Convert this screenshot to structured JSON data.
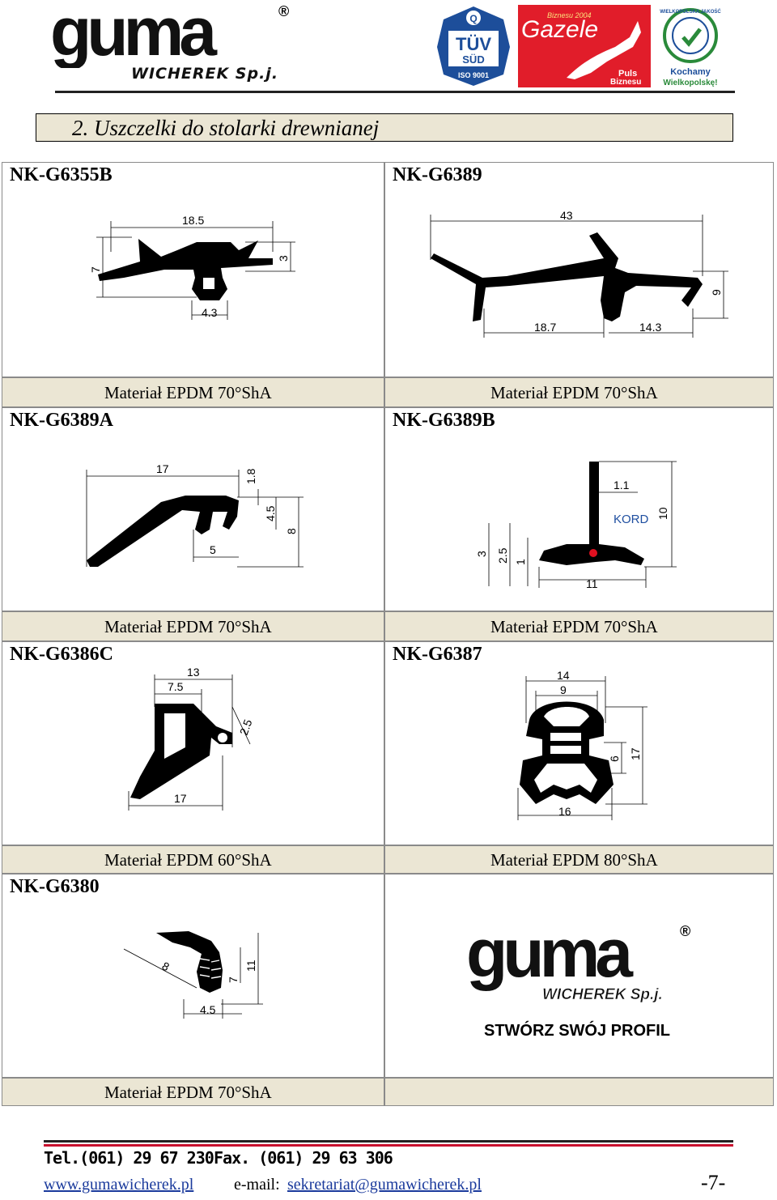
{
  "header": {
    "logo_main": "guma",
    "logo_sub": "WICHEREK Sp.j.",
    "logo_reg": "®",
    "tuv": {
      "brand": "TÜV",
      "sub": "SÜD",
      "cert": "ISO 9001"
    },
    "gazele": {
      "title": "Gazele",
      "year": "Biznesu 2004",
      "puls": "Puls",
      "biznesu": "Biznesu"
    },
    "wlkp": {
      "ring": "WIELKOPOLSKA JAKOŚĆ",
      "line1": "Kochamy",
      "line2": "Wielkopolskę!"
    }
  },
  "section": {
    "title": "2. Uszczelki do stolarki drewnianej"
  },
  "products": [
    {
      "code": "NK-G6355B",
      "material": "Materiał EPDM 70°ShA",
      "dims": [
        "18.5",
        "7",
        "3",
        "4.3"
      ]
    },
    {
      "code": "NK-G6389",
      "material": "Materiał EPDM 70°ShA",
      "dims": [
        "43",
        "18.7",
        "14.3",
        "9"
      ]
    },
    {
      "code": "NK-G6389A",
      "material": "Materiał EPDM 70°ShA",
      "dims": [
        "17",
        "1.8",
        "4.5",
        "8",
        "5"
      ]
    },
    {
      "code": "NK-G6389B",
      "material": "Materiał EPDM 70°ShA",
      "dims": [
        "1.1",
        "KORD",
        "10",
        "3",
        "2.5",
        "1",
        "11"
      ]
    },
    {
      "code": "NK-G6386C",
      "material": "Materiał EPDM 60°ShA",
      "dims": [
        "13",
        "7.5",
        "2.5",
        "17"
      ]
    },
    {
      "code": "NK-G6387",
      "material": "Materiał EPDM 80°ShA",
      "dims": [
        "14",
        "9",
        "6",
        "17",
        "16"
      ]
    },
    {
      "code": "NK-G6380",
      "material": "Materiał EPDM 70°ShA",
      "dims": [
        "8",
        "7",
        "11",
        "4.5"
      ]
    }
  ],
  "promo": {
    "logo_main": "guma",
    "logo_sub": "WICHEREK Sp.j.",
    "reg": "®",
    "text": "STWÓRZ SWÓJ PROFIL"
  },
  "footer": {
    "tel": "Tel.(061) 29 67 230",
    "fax": "Fax. (061) 29 63 306",
    "www": "www.gumawicherek.pl",
    "email_label": "e-mail:",
    "email": "sekretariat@gumawicherek.pl",
    "page": "-7-"
  },
  "colors": {
    "accent": "#c8102e",
    "material_bg": "#ebe6d4",
    "link": "#1a3a9c",
    "kord": "#1f4fa0"
  }
}
